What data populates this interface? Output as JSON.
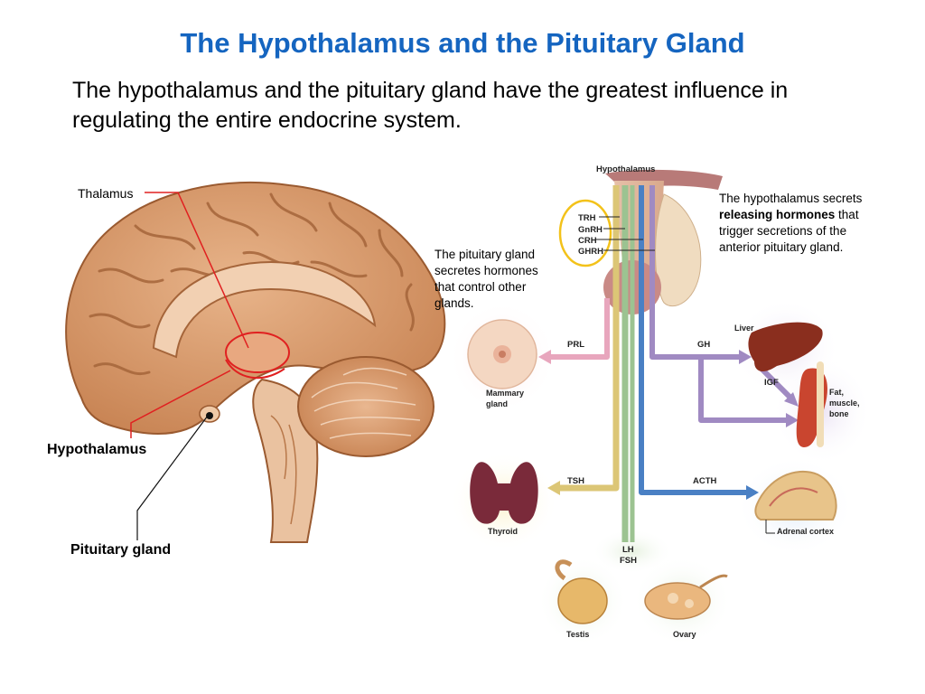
{
  "title": "The Hypothalamus and the Pituitary Gland",
  "intro": "The hypothalamus and the pituitary gland have the greatest influence in regulating the entire endocrine system.",
  "brain_labels": {
    "thalamus": "Thalamus",
    "hypothalamus": "Hypothalamus",
    "pituitary": "Pituitary gland"
  },
  "notes": {
    "pituitary_note": "The pituitary gland secretes hormones that control other glands.",
    "hypo_note_a": "The hypothalamus secrets ",
    "hypo_note_bold": "releasing hormones",
    "hypo_note_b": " that trigger secretions of the anterior pituitary gland."
  },
  "diagram": {
    "hypothalamus_label": "Hypothalamus",
    "releasing_hormones": [
      "TRH",
      "GnRH",
      "CRH",
      "GHRH"
    ],
    "hormones": {
      "prl": "PRL",
      "gh": "GH",
      "igf": "IGF",
      "tsh": "TSH",
      "acth": "ACTH",
      "lh": "LH",
      "fsh": "FSH"
    },
    "targets": {
      "mammary": [
        "Mammary",
        "gland"
      ],
      "liver": "Liver",
      "fat": [
        "Fat,",
        "muscle,",
        "bone"
      ],
      "thyroid": "Thyroid",
      "adrenal": "Adrenal cortex",
      "testis": "Testis",
      "ovary": "Ovary"
    },
    "colors": {
      "title": "#1565c0",
      "pointer_red": "#e02020",
      "prl_arrow": "#e8a6bd",
      "gh_arrow": "#a08ac2",
      "tsh_arrow": "#dcc676",
      "acth_arrow": "#4a80c4",
      "lhfsh_arrow": "#9cc391",
      "brain": "#d2915e",
      "highlight": "#f3c21a"
    }
  }
}
